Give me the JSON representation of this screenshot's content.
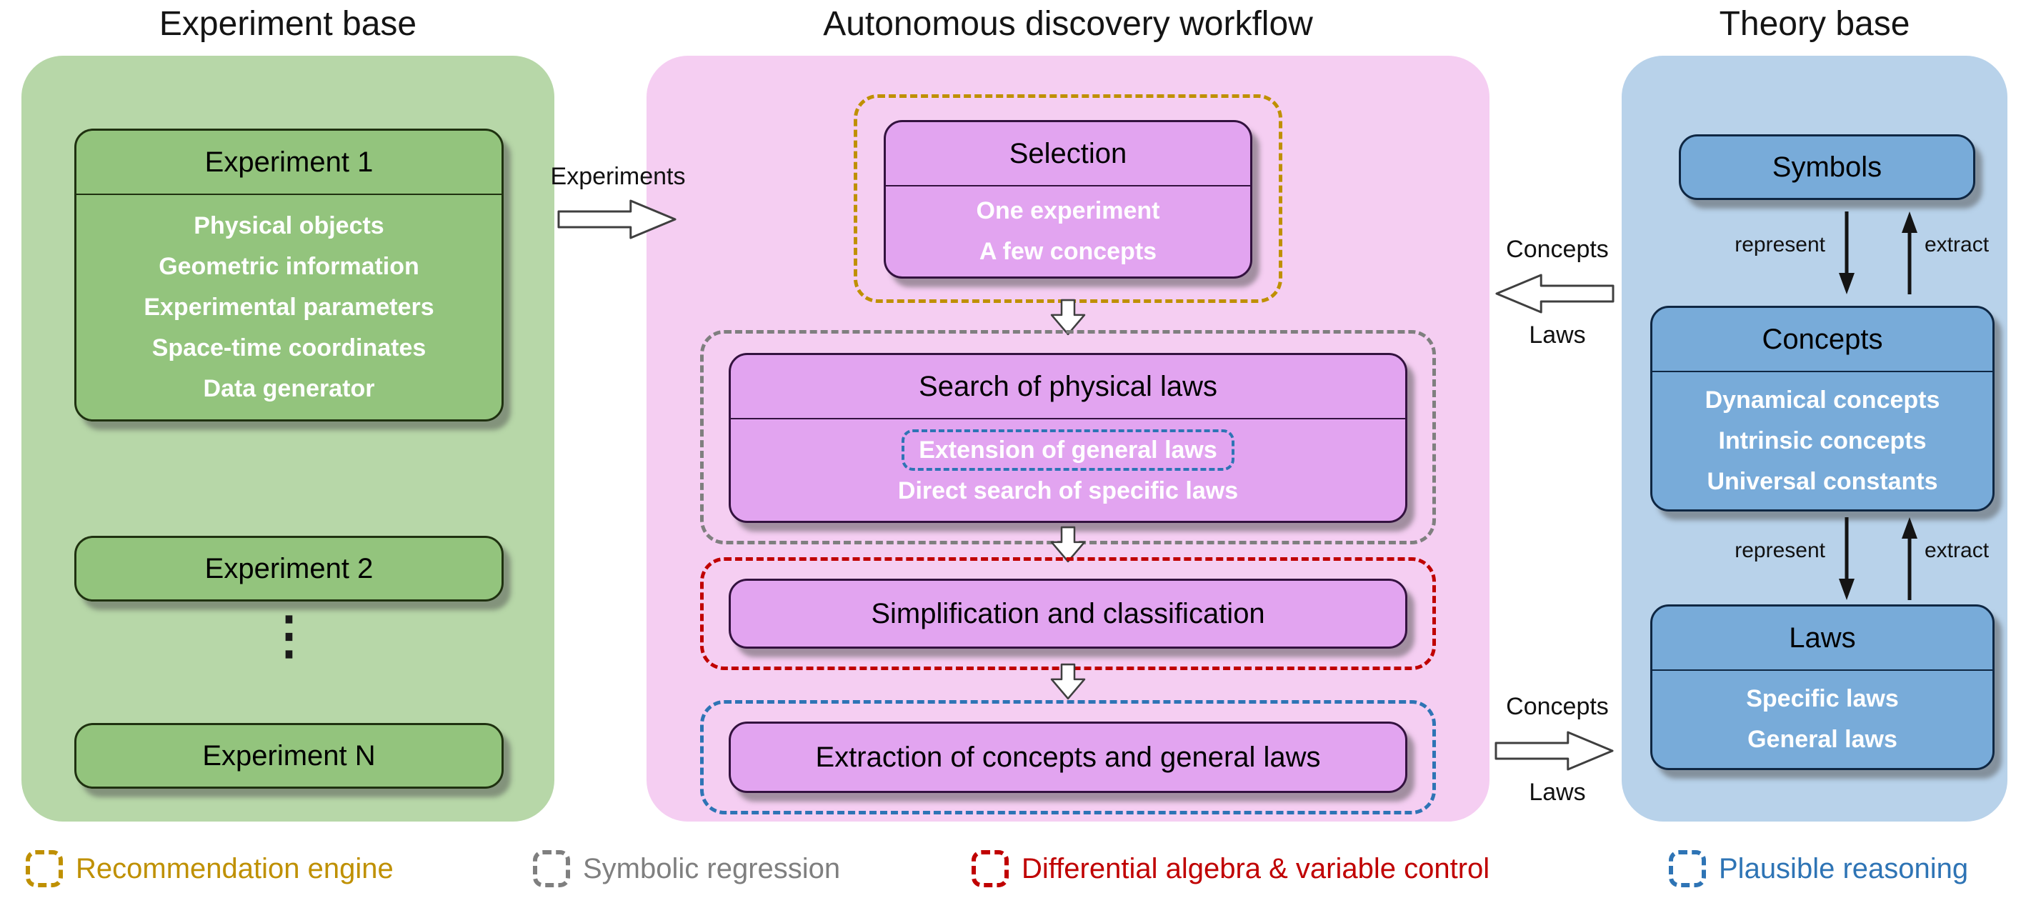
{
  "page": {
    "titles": {
      "experiment_base": "Experiment base",
      "workflow": "Autonomous discovery workflow",
      "theory_base": "Theory base"
    }
  },
  "experiment_base": {
    "experiment_1": {
      "title": "Experiment 1",
      "items": [
        "Physical objects",
        "Geometric information",
        "Experimental parameters",
        "Space-time coordinates",
        "Data generator"
      ]
    },
    "experiment_2": {
      "title": "Experiment 2"
    },
    "ellipsis": "⋮",
    "experiment_n": {
      "title": "Experiment N"
    }
  },
  "workflow": {
    "selection": {
      "title": "Selection",
      "items": [
        "One experiment",
        "A few concepts"
      ]
    },
    "search": {
      "title": "Search of physical laws",
      "extension_item": "Extension of general laws",
      "direct_item": "Direct search of specific laws"
    },
    "simplification": {
      "title": "Simplification and classification"
    },
    "extraction": {
      "title": "Extraction of concepts and general laws"
    }
  },
  "theory_base": {
    "symbols": {
      "title": "Symbols"
    },
    "concepts": {
      "title": "Concepts",
      "items": [
        "Dynamical concepts",
        "Intrinsic concepts",
        "Universal constants"
      ]
    },
    "laws": {
      "title": "Laws",
      "items": [
        "Specific laws",
        "General laws"
      ]
    },
    "represent_label": "represent",
    "extract_label": "extract"
  },
  "arrows": {
    "experiments_label": "Experiments",
    "theory_to_workflow": {
      "top_label": "Concepts",
      "bottom_label": "Laws"
    },
    "workflow_to_theory": {
      "top_label": "Concepts",
      "bottom_label": "Laws"
    }
  },
  "legend": {
    "items": [
      {
        "label": "Recommendation engine",
        "color": "#bf9000"
      },
      {
        "label": "Symbolic regression",
        "color": "#7f7f7f"
      },
      {
        "label": "Differential algebra & variable control",
        "color": "#c00000"
      },
      {
        "label": "Plausible reasoning",
        "color": "#2e74b5"
      }
    ]
  },
  "colors": {
    "experiment_panel": "#b7d7a8",
    "experiment_box": "#93c47d",
    "workflow_panel": "#f5cef2",
    "workflow_box": "#e2a4f0",
    "theory_panel": "#b8d2ea",
    "theory_box": "#78abd9"
  }
}
